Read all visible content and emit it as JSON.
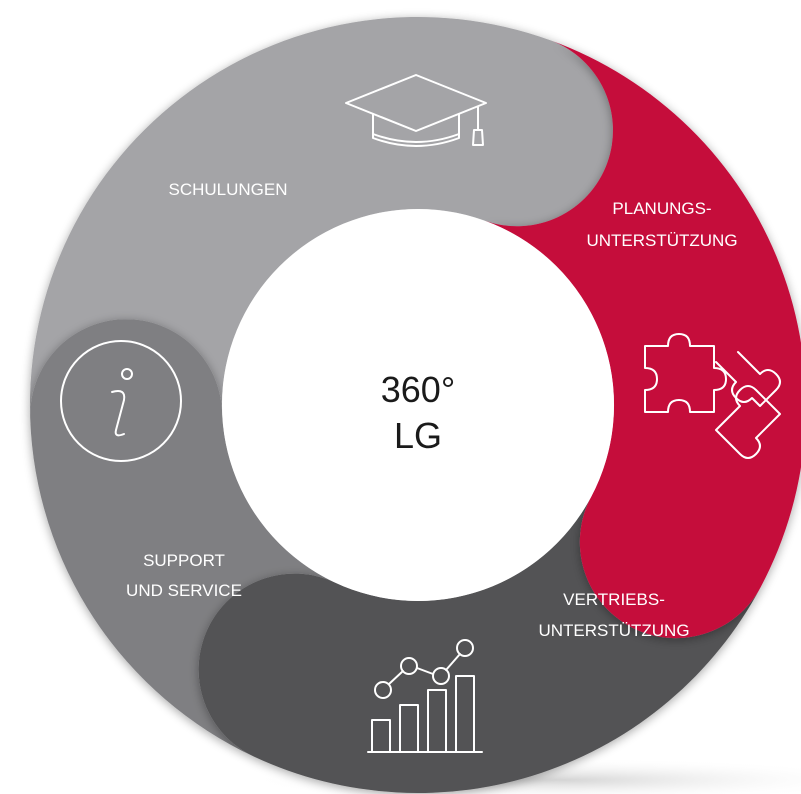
{
  "center": {
    "line1": "360°",
    "line2": "LG"
  },
  "segments": [
    {
      "label_lines": [
        "SCHULUNGEN"
      ],
      "icon": "graduation-cap-icon",
      "color": "#a4a4a7"
    },
    {
      "label_lines": [
        "PLANUNGS-",
        "UNTERSTÜTZUNG"
      ],
      "icon": "puzzle-icon",
      "color": "#c5083a"
    },
    {
      "label_lines": [
        "VERTRIEBS-",
        "UNTERSTÜTZUNG"
      ],
      "icon": "chart-icon",
      "color": "#535355"
    },
    {
      "label_lines": [
        "SUPPORT",
        "UND SERVICE"
      ],
      "icon": "info-icon",
      "color": "#7f7f82"
    }
  ],
  "colors": {
    "shadow": "#d8d8d8",
    "background": "#ffffff"
  }
}
